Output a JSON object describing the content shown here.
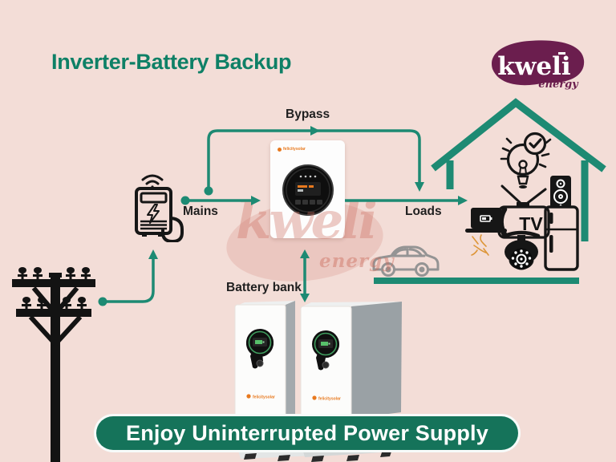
{
  "header": {
    "title": "Inverter-Battery Backup"
  },
  "logo": {
    "brand": "kweli",
    "tagline": "energy"
  },
  "watermark": {
    "brand": "kweli",
    "tagline": "energy"
  },
  "diagram": {
    "labels": {
      "bypass": "Bypass",
      "mains": "Mains",
      "loads": "Loads",
      "battery_bank": "Battery bank"
    },
    "inverter": {
      "brand": "felicitysolar"
    },
    "batteries": {
      "brand": "felicitysolar",
      "count": 2
    },
    "appliances": {
      "tv_label": "TV"
    }
  },
  "banner": {
    "text": "Enjoy Uninterrupted Power Supply"
  },
  "colors": {
    "background": "#f3ddd7",
    "teal_line": "#1d8a73",
    "title_green": "#0e8066",
    "banner_green": "#15735a",
    "logo_maroon": "#6b1e4e",
    "icon_black": "#161616",
    "accent_orange": "#e8791e",
    "car_gray": "#949494"
  }
}
